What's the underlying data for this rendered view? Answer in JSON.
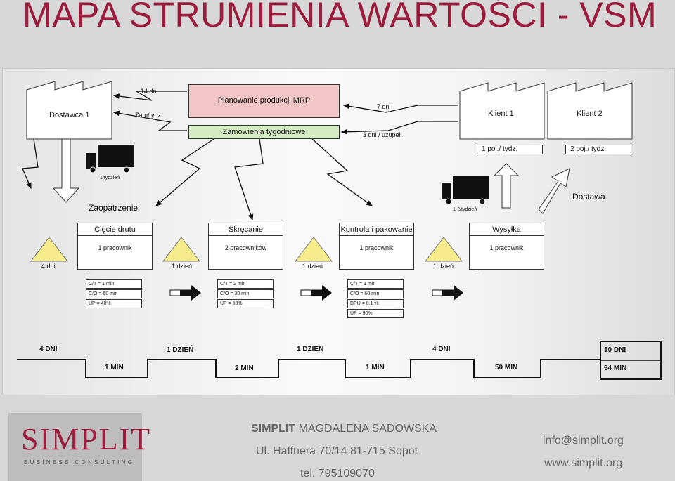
{
  "title": "MAPA STRUMIENIA WARTOŚCI - VSM",
  "supplier": {
    "name": "Dostawca 1",
    "label_14": "14 dni",
    "label_zam": "Zam/tydz.",
    "freq": "1/tydzień"
  },
  "planning": {
    "mrp": "Planowanie produkcji MRP",
    "orders": "Zamówienia tygodniowe",
    "label_7": "7 dni",
    "label_3": "3 dni / uzupeł."
  },
  "clients": [
    {
      "name": "Klient 1",
      "qty": "1 poj./ tydz."
    },
    {
      "name": "Klient 2",
      "qty": "2 poj./ tydz."
    }
  ],
  "delivery": {
    "label": "Dostawa",
    "freq": "1-2/tydzień"
  },
  "supply_label": "Zaopatrzenie",
  "processes": [
    {
      "name": "Cięcie drutu",
      "workers": "1 pracownik"
    },
    {
      "name": "Skręcanie",
      "workers": "2 pracowników"
    },
    {
      "name": "Kontrola i pakowanie",
      "workers": "1 pracownik"
    },
    {
      "name": "Wysyłka",
      "workers": "1 pracownik"
    }
  ],
  "inventories": [
    "4 dni",
    "1 dzień",
    "1 dzień",
    "1 dzień"
  ],
  "data_boxes": [
    [
      "C/T = 1 min",
      "C/O = 60 min",
      "UP = 40%"
    ],
    [
      "C/T = 2 min",
      "C/O = 30 min",
      "UP = 60%"
    ],
    [
      "C/T = 1 min",
      "C/O = 60 min",
      "DPU = 0.1 %",
      "UP = 90%"
    ]
  ],
  "timeline": {
    "top": [
      "4 DNI",
      "1 DZIEŃ",
      "1 DZIEŃ",
      "4 DNI"
    ],
    "bottom": [
      "1 MIN",
      "2 MIN",
      "1 MIN",
      "50 MIN"
    ],
    "total_days": "10 DNI",
    "total_min": "54 MIN"
  },
  "footer": {
    "logo_word": "SIMPLIT",
    "logo_sub": "BUSINESS CONSULTING",
    "company_bold": "SIMPLIT",
    "company_name": "MAGDALENA SADOWSKA",
    "address": "Ul. Haffnera 70/14 81-715 Sopot",
    "phone": "tel. 795109070",
    "email": "info@simplit.org",
    "web": "www.simplit.org"
  },
  "colors": {
    "accent": "#9b1c3c",
    "mrp_fill": "#f2c6c6",
    "orders_fill": "#d4ecc4",
    "triangle": "#f7ec8c"
  }
}
